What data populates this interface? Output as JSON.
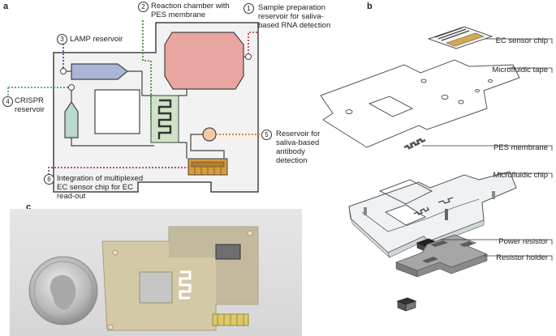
{
  "panels": {
    "a": "a",
    "b": "b",
    "c": "c"
  },
  "panel_a": {
    "callouts": [
      {
        "num": "1",
        "text": "Sample preparation\nreservoir for saliva-\nbased RNA detection"
      },
      {
        "num": "2",
        "text": "Reaction chamber with\nPES membrane"
      },
      {
        "num": "3",
        "text": "LAMP reservoir"
      },
      {
        "num": "4",
        "text": "CRISPR\nreservoir"
      },
      {
        "num": "5",
        "text": "Reservoir for\nsaliva-based\nantibody\ndetection"
      },
      {
        "num": "6",
        "text": "Integration of multiplexed\nEC sensor chip for EC\nread-out"
      }
    ],
    "colors": {
      "sample_reservoir": "#e9a5a0",
      "lamp": "#a9b6d6",
      "crispr": "#bcd9cf",
      "membrane": "#cfe3c6",
      "antibody": "#f3c9a6",
      "sensor": "#d99a3a"
    }
  },
  "panel_b": {
    "labels": [
      "EC sensor chip",
      "Microfluidic tape",
      "PES membrane",
      "Microfluidic chip",
      "Power resistor",
      "Resistor holder"
    ]
  },
  "panel_c": {
    "description_icons": [
      "coin",
      "device"
    ]
  }
}
